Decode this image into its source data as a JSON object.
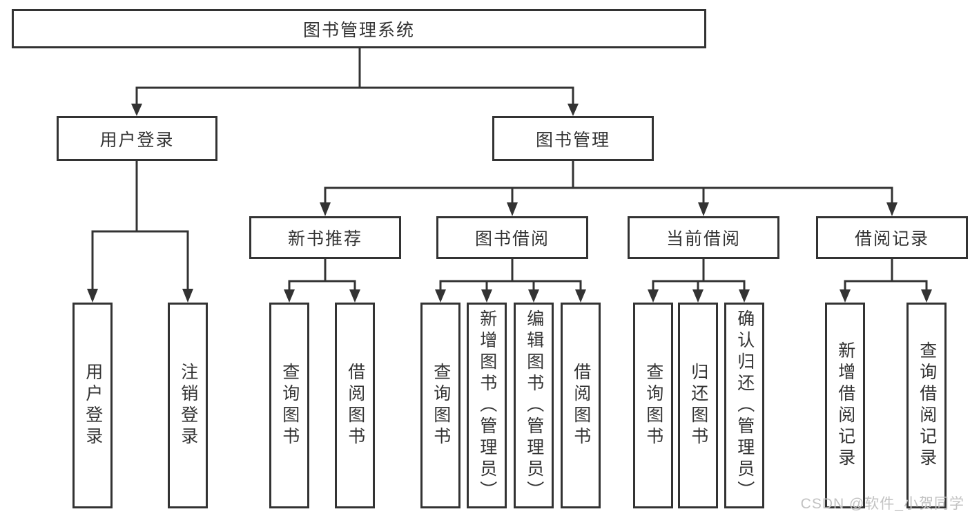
{
  "diagram_title": "图书管理系统",
  "colors": {
    "line": "#333333",
    "text": "#333333",
    "box_background": "#ffffff",
    "page_background": "#ffffff",
    "watermark": "#c2c2c2"
  },
  "tree": {
    "root": {
      "label": "图书管理系统"
    },
    "branches": [
      {
        "label": "用户登录",
        "children": [
          {
            "label": "用户登录"
          },
          {
            "label": "注销登录"
          }
        ]
      },
      {
        "label": "图书管理",
        "children": [
          {
            "label": "新书推荐",
            "children": [
              {
                "label": "查询图书"
              },
              {
                "label": "借阅图书"
              }
            ]
          },
          {
            "label": "图书借阅",
            "children": [
              {
                "label": "查询图书"
              },
              {
                "label": "新增图书（管理员）"
              },
              {
                "label": "编辑图书（管理员）"
              },
              {
                "label": "借阅图书"
              }
            ]
          },
          {
            "label": "当前借阅",
            "children": [
              {
                "label": "查询图书"
              },
              {
                "label": "归还图书"
              },
              {
                "label": "确认归还（管理员）"
              }
            ]
          },
          {
            "label": "借阅记录",
            "children": [
              {
                "label": "新增借阅记录"
              },
              {
                "label": "查询借阅记录"
              }
            ]
          }
        ]
      }
    ]
  },
  "watermark": {
    "text": "CSDN @软件_小贺同学"
  }
}
